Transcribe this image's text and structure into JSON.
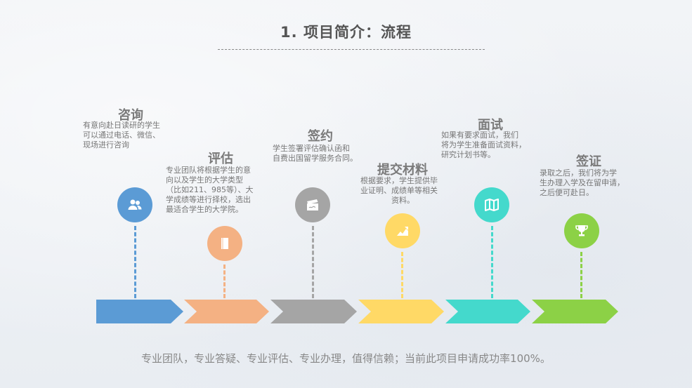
{
  "title": "1. 项目简介：流程",
  "steps": [
    {
      "name": "咨询",
      "lines": [
        "有意向赴日读研的学生",
        "可以通过电话、微信、",
        "现场进行咨询"
      ],
      "color": "#5b9bd5",
      "icon": "users-icon"
    },
    {
      "name": "评估",
      "lines": [
        "专业团队将根据学生的意",
        "向以及学生的大学类型",
        "（比如211、985等）、大",
        "学成绩等进行择校，选出",
        "最适合学生的大学院。"
      ],
      "color": "#f4b183",
      "icon": "book-icon"
    },
    {
      "name": "签约",
      "lines": [
        "学生签署评估确认函和",
        "自费出国留学服务合同。"
      ],
      "color": "#a5a5a5",
      "icon": "contract-icon"
    },
    {
      "name": "提交材料",
      "lines": [
        "根据要求，学生提供毕",
        "业证明、成绩单等相关",
        "资料。"
      ],
      "color": "#ffd966",
      "icon": "chart-icon"
    },
    {
      "name": "面试",
      "lines": [
        "如果有要求面试，我们",
        "将为学生准备面试资料，",
        "研究计划书等。"
      ],
      "color": "#44d9cc",
      "icon": "map-icon"
    },
    {
      "name": "签证",
      "lines": [
        "录取之后，我们将为学",
        "生办理入学及在留申请，",
        "之后便可赴日。"
      ],
      "color": "#8cd146",
      "icon": "trophy-icon"
    }
  ],
  "footer": "专业团队，专业答疑、专业评估、专业办理，值得信赖；当前此项目申请成功率100%。"
}
